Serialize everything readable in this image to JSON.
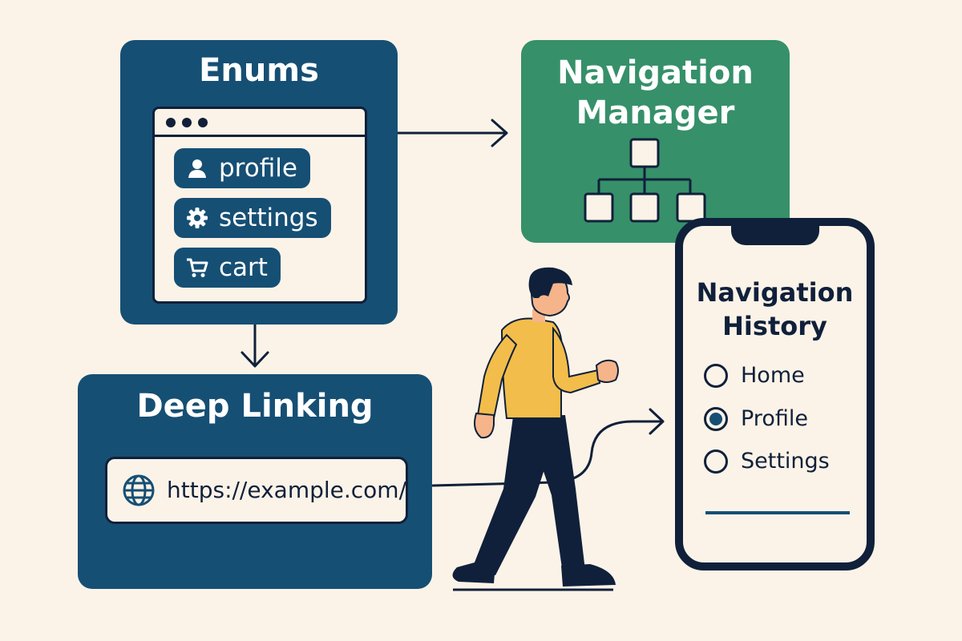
{
  "enums": {
    "title": "Enums",
    "items": [
      {
        "label": "profile",
        "icon": "user-icon"
      },
      {
        "label": "settings",
        "icon": "gear-icon"
      },
      {
        "label": "cart",
        "icon": "cart-icon"
      }
    ]
  },
  "navigation_manager": {
    "title_line1": "Navigation",
    "title_line2": "Manager",
    "icon": "hierarchy-icon"
  },
  "deep_linking": {
    "title": "Deep Linking",
    "url": "https://example.com/c",
    "icon": "globe-icon"
  },
  "navigation_history": {
    "title_line1": "Navigation",
    "title_line2": "History",
    "items": [
      {
        "label": "Home",
        "selected": false
      },
      {
        "label": "Profile",
        "selected": true
      },
      {
        "label": "Settings",
        "selected": false
      }
    ]
  },
  "colors": {
    "background": "#fbf3e8",
    "navy_panel": "#164f74",
    "green_panel": "#36906a",
    "ink": "#10203a",
    "shirt": "#f2bd4a"
  }
}
